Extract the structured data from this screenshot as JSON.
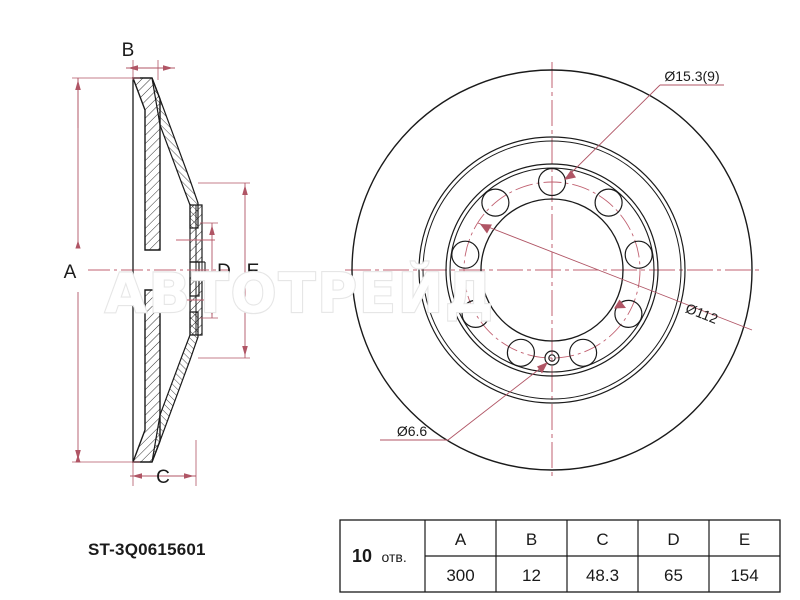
{
  "drawing": {
    "part_number": "ST-3Q0615601",
    "watermark": "АВТОТРЕЙД",
    "annotations": {
      "hole_dia_bolt": "Ø15.3(9)",
      "bolt_circle": "Ø112",
      "hole_dia_small": "Ø6.6"
    },
    "dimension_letters": {
      "a": "A",
      "b": "B",
      "c": "C",
      "d": "D",
      "e": "E"
    },
    "colors": {
      "line": "#1a1a1a",
      "center_line": "#c06070",
      "dimension": "#b05565",
      "watermark": "#e6e6e6",
      "table_border": "#1a1a1a"
    }
  },
  "table": {
    "holes_count": "10",
    "holes_word": "отв.",
    "headers": [
      "A",
      "B",
      "C",
      "D",
      "E"
    ],
    "values": [
      "300",
      "12",
      "48.3",
      "65",
      "154"
    ]
  }
}
